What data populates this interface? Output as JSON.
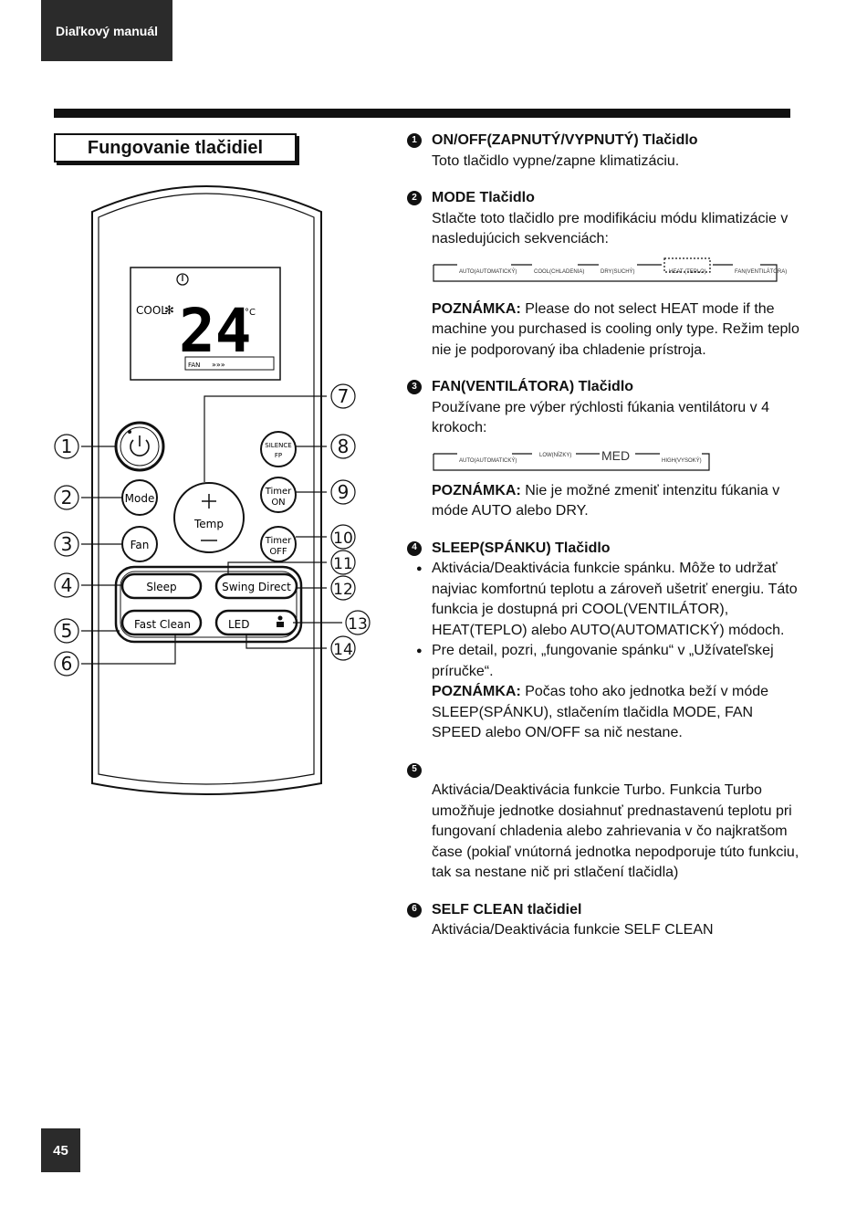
{
  "header": {
    "tab_label": "Diaľkový manuál"
  },
  "section": {
    "title": "Fungovanie tlačidiel"
  },
  "remote": {
    "display": {
      "mode": "COOL",
      "temperature": "24",
      "unit": "°C",
      "fan_label": "FAN",
      "fan_bars": "»»»"
    },
    "buttons": {
      "mode": "Mode",
      "fan": "Fan",
      "temp": "Temp",
      "silence": "SILENCE",
      "fp": "FP",
      "timer_on_1": "Timer",
      "timer_on_2": "ON",
      "timer_off_1": "Timer",
      "timer_off_2": "OFF",
      "sleep": "Sleep",
      "swing": "Swing Direct",
      "fast_clean": "Fast Clean",
      "led": "LED"
    },
    "callouts": [
      "1",
      "2",
      "3",
      "4",
      "5",
      "6",
      "7",
      "8",
      "9",
      "10",
      "11",
      "12",
      "13",
      "14"
    ]
  },
  "items": [
    {
      "num": "1",
      "title": "ON/OFF(ZAPNUTÝ/VYPNUTÝ) Tlačidlo",
      "text": "Toto tlačidlo vypne/zapne klimatizáciu."
    },
    {
      "num": "2",
      "title": "MODE Tlačidlo",
      "text": "Stlačte toto tlačidlo pre modifikáciu módu klimatizácie v nasledujúcich sekvenciách:",
      "sequence": [
        "AUTO(AUTOMATICKÝ)",
        "COOL(CHLADENIA)",
        "DRY(SUCHÝ)",
        "HEAT (TEPLO)",
        "FAN(VENTILÁTORA)"
      ],
      "note_label": "POZNÁMKA:",
      "note": "Please do not select HEAT mode if the machine you purchased is cooling only type. Režim teplo nie je podporovaný iba chladenie prístroja."
    },
    {
      "num": "3",
      "title": "FAN(VENTILÁTORA) Tlačidlo",
      "text": "Používane pre výber rýchlosti fúkania ventilátoru v 4 krokoch:",
      "sequence": [
        "AUTO(AUTOMATICKÝ)",
        "LOW(NÍZKY)",
        "MED",
        "HIGH(VYSOKÝ)"
      ],
      "note_label": "POZNÁMKA:",
      "note": "Nie je možné zmeniť intenzitu fúkania v móde AUTO alebo DRY."
    },
    {
      "num": "4",
      "title": "SLEEP(SPÁNKU) Tlačidlo",
      "bullet1": "Aktivácia/Deaktivácia funkcie spánku. Môže to udržať najviac komfortnú teplotu a zároveň ušetriť energiu. Táto funkcia je dostupná pri COOL(VENTILÁTOR), HEAT(TEPLO) alebo AUTO(AUTOMATICKÝ) módoch.",
      "bullet2": "Pre detail, pozri, „fungovanie spánku“ v „Užívateľskej príručke“.",
      "note_label": "POZNÁMKA:",
      "note": "Počas toho ako jednotka beží v móde SLEEP(SPÁNKU), stlačením tlačidla MODE, FAN SPEED alebo ON/OFF sa nič nestane."
    },
    {
      "num": "5",
      "text": "Aktivácia/Deaktivácia funkcie Turbo. Funkcia Turbo umožňuje jednotke dosiahnuť prednastavenú teplotu pri fungovaní chladenia alebo zahrievania v čo najkratšom čase (pokiaľ vnútorná jednotka nepodporuje túto funkciu, tak sa nestane nič pri stlačení tlačidla)"
    },
    {
      "num": "6",
      "title": "SELF CLEAN tlačidiel",
      "text": "Aktivácia/Deaktivácia funkcie SELF CLEAN"
    }
  ],
  "footer": {
    "page_number": "45"
  }
}
